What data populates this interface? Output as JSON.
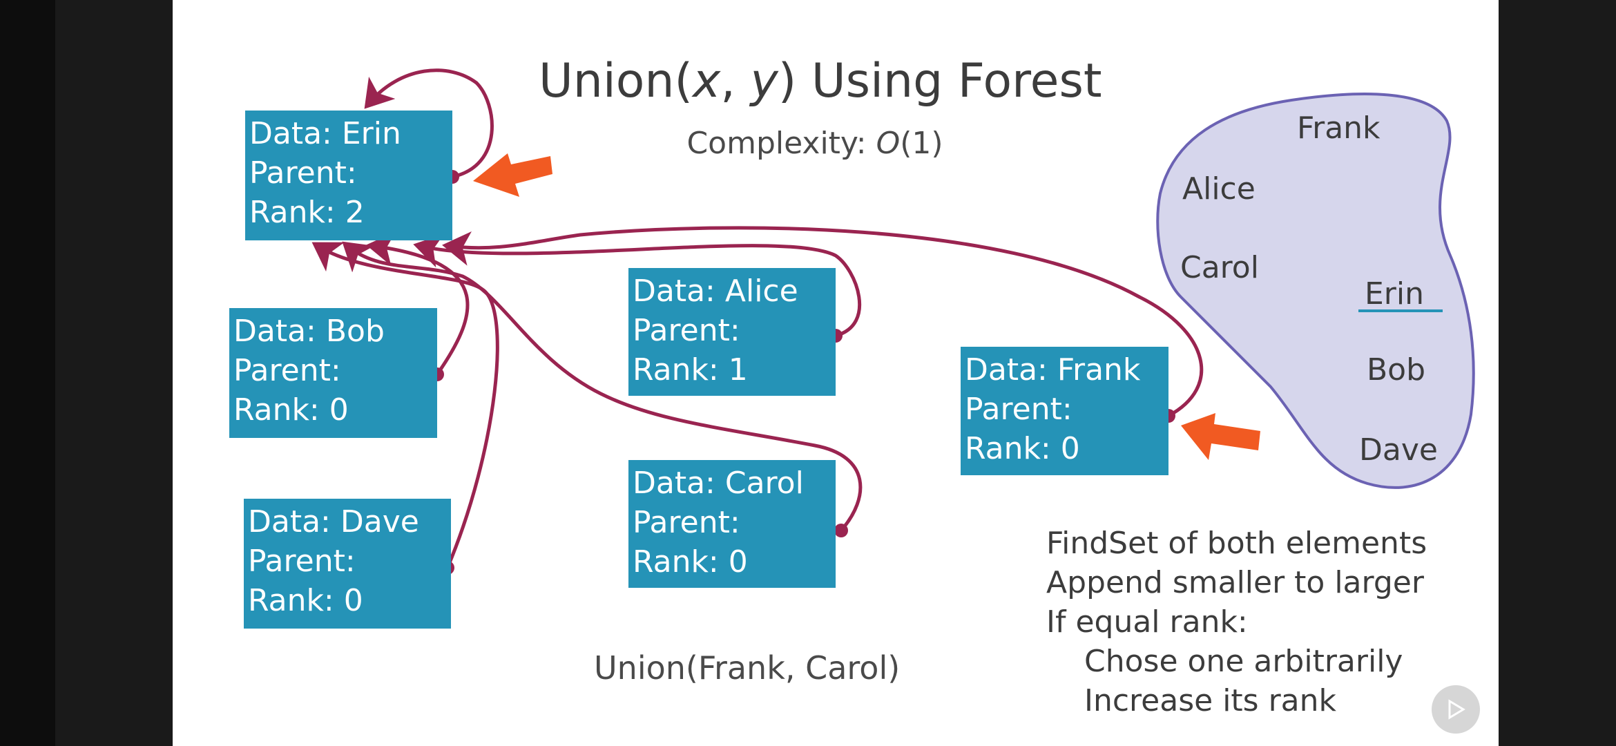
{
  "slide": {
    "title_prefix": "Union(",
    "title_x": "x",
    "title_sep": ", ",
    "title_y": "y",
    "title_suffix": ") Using Forest",
    "complexity_prefix": "Complexity: ",
    "complexity_o": "O",
    "complexity_suffix": "(1)",
    "nodes": {
      "erin": {
        "data": "Data: Erin",
        "parent": "Parent:",
        "rank": "Rank: 2"
      },
      "bob": {
        "data": "Data: Bob",
        "parent": "Parent:",
        "rank": "Rank: 0"
      },
      "dave": {
        "data": "Data: Dave",
        "parent": "Parent:",
        "rank": "Rank: 0"
      },
      "alice": {
        "data": "Data: Alice",
        "parent": "Parent:",
        "rank": "Rank: 1"
      },
      "carol": {
        "data": "Data: Carol",
        "parent": "Parent:",
        "rank": "Rank: 0"
      },
      "frank": {
        "data": "Data: Frank",
        "parent": "Parent:",
        "rank": "Rank: 0"
      }
    },
    "set_members": [
      "Frank",
      "Alice",
      "Carol",
      "Erin",
      "Bob",
      "Dave"
    ],
    "operation": "Union(Frank, Carol)",
    "notes": [
      "FindSet of both elements",
      "Append smaller to larger",
      "If equal rank:",
      "Chose one arbitrarily",
      "Increase its rank"
    ]
  },
  "colors": {
    "node_fill": "#2593b7",
    "pointer": "#9a2450",
    "highlight_arrow": "#f15a22",
    "set_fill": "#d6d6ec",
    "set_stroke": "#6b62b3"
  },
  "icons": [
    "play-icon"
  ]
}
